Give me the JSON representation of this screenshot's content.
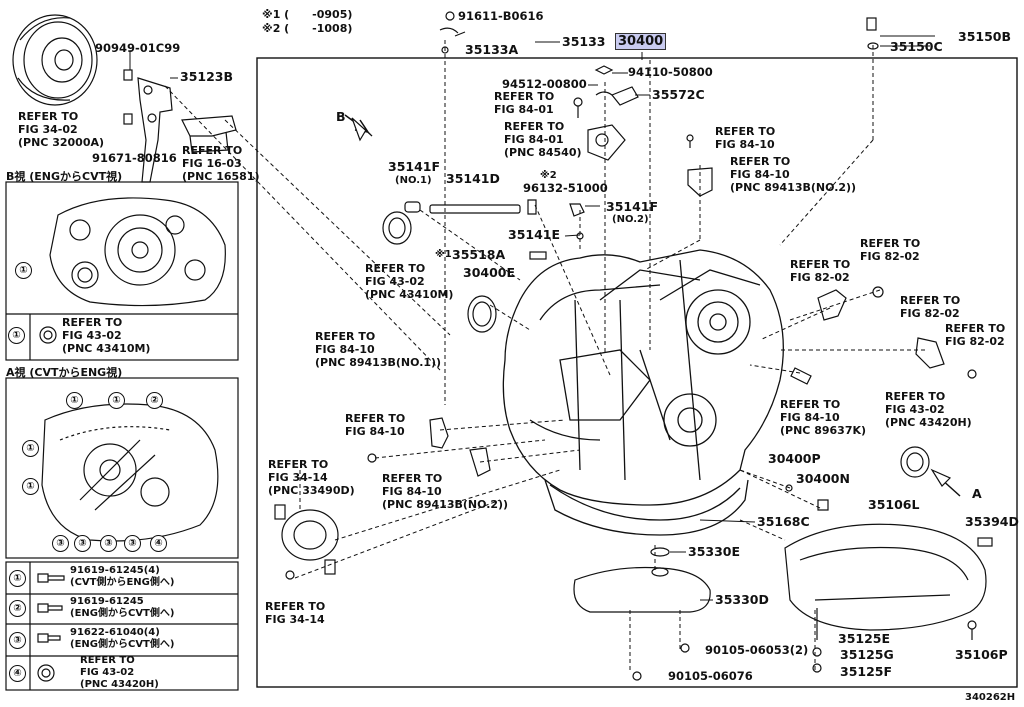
{
  "diagram_id": "340262H",
  "notes": {
    "note1": "※1 (      -0905)",
    "note2": "※2 (      -1008)"
  },
  "highlight_part": "30400",
  "parts": {
    "p90949": "90949-01C99",
    "p35123B": "35123B",
    "p91671": "91671-80816",
    "p91611": "91611-B0616",
    "p35133": "35133",
    "p35133A": "35133A",
    "p94110": "94110-50800",
    "p94512": "94512-00800",
    "p35572C": "35572C",
    "p35150B": "35150B",
    "p35150C": "35150C",
    "p35141F_1": "35141F",
    "p35141F_1_sub": "(NO.1)",
    "p35141D": "35141D",
    "p96132": "96132-51000",
    "p96132_note": "※2",
    "p35141F_2": "35141F",
    "p35141F_2_sub": "(NO.2)",
    "p35141E": "35141E",
    "p35518A": "35518A",
    "p35518A_note": "※1",
    "p30400E": "30400E",
    "p30400P": "30400P",
    "p30400N": "30400N",
    "p35168C": "35168C",
    "p35106L": "35106L",
    "p35394D": "35394D",
    "p35330E": "35330E",
    "p35330D": "35330D",
    "p90105_06053": "90105-06053(2)",
    "p90105_06076": "90105-06076",
    "p35125E": "35125E",
    "p35125G": "35125G",
    "p35125F": "35125F",
    "p35106P": "35106P"
  },
  "refs": {
    "r_fig34_02": "REFER TO\nFIG 34-02\n(PNC 32000A)",
    "r_fig16_03": "REFER TO\nFIG 16-03\n(PNC 16581)",
    "r_fig84_01a": "REFER TO\nFIG 84-01",
    "r_fig84_01b": "REFER TO\nFIG 84-01\n(PNC 84540)",
    "r_fig84_10a": "REFER TO\nFIG 84-10",
    "r_fig84_10b": "REFER TO\nFIG 84-10\n(PNC 89413B(NO.2))",
    "r_fig43_02a": "REFER TO\nFIG 43-02\n(PNC 43410M)",
    "r_fig84_10c": "REFER TO\nFIG 84-10\n(PNC 89413B(NO.1))",
    "r_fig84_10d": "REFER TO\nFIG 84-10",
    "r_fig34_14a": "REFER TO\nFIG 34-14\n(PNC 33490D)",
    "r_fig84_10e": "REFER TO\nFIG 84-10\n(PNC 89413B(NO.2))",
    "r_fig34_14b": "REFER TO\nFIG 34-14",
    "r_fig82_02a": "REFER TO\nFIG 82-02",
    "r_fig82_02b": "REFER TO\nFIG 82-02",
    "r_fig82_02c": "REFER TO\nFIG 82-02",
    "r_fig82_02d": "REFER TO\nFIG 82-02",
    "r_fig84_10f": "REFER TO\nFIG 84-10\n(PNC 89637K)",
    "r_fig43_02b": "REFER TO\nFIG 43-02\n(PNC 43420H)"
  },
  "view_labels": {
    "a_arrow": "A",
    "b_arrow": "B",
    "b_view": "B視 (ENGからCVT視)",
    "a_view": "A視 (CVTからENG視)"
  },
  "b_view_table": {
    "marker": "①",
    "text": "REFER TO\nFIG 43-02\n(PNC 43410M)"
  },
  "a_view_markers": [
    "①",
    "①",
    "②",
    "①",
    "①",
    "③",
    "③",
    "③",
    "③",
    "④"
  ],
  "legend": [
    {
      "marker": "①",
      "text": "91619-61245(4)\n(CVT側からENG側へ)"
    },
    {
      "marker": "②",
      "text": "91619-61245\n(ENG側からCVT側へ)"
    },
    {
      "marker": "③",
      "text": "91622-61040(4)\n(ENG側からCVT側へ)"
    },
    {
      "marker": "④",
      "text": "REFER TO\nFIG 43-02\n(PNC 43420H)"
    }
  ]
}
